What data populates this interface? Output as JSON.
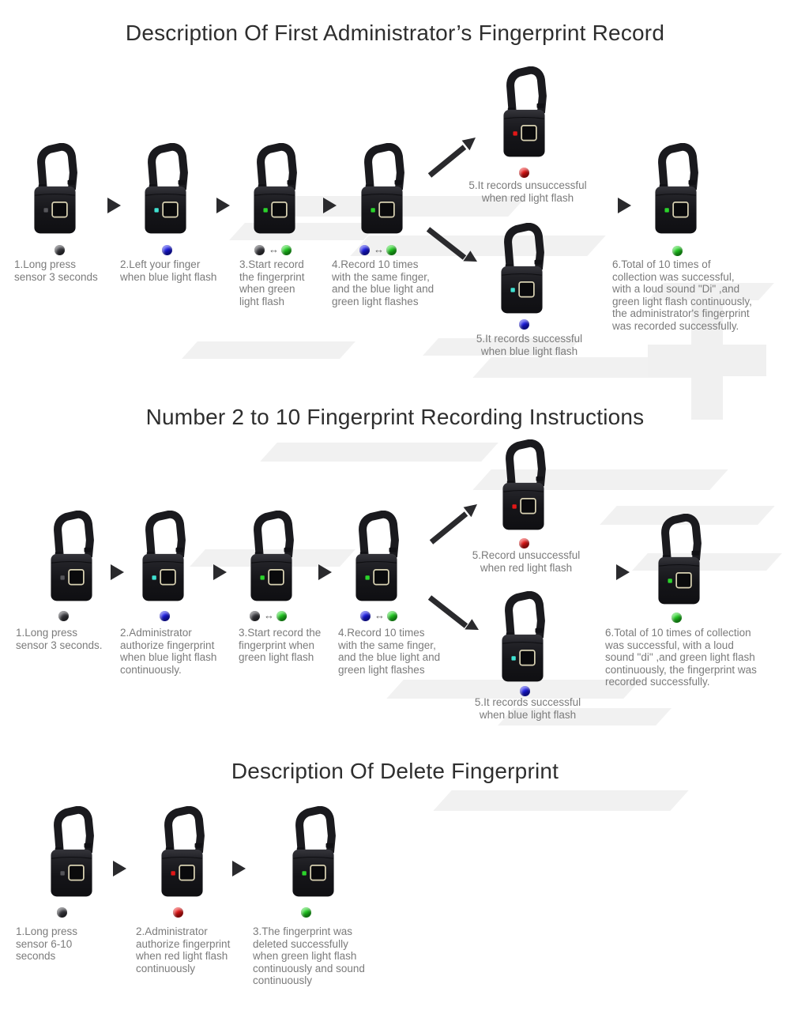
{
  "misc": {
    "both_arrow": "↔"
  },
  "colors": {
    "led_off": "#55555a",
    "led_cyan": "#40e2d2",
    "led_green": "#2bd42b",
    "led_red": "#e21717",
    "dot_dark": "#3a3a40",
    "dot_blue": "#1717e8",
    "dot_green": "#1fd41f",
    "dot_red": "#ea1212",
    "sensor_ring": "#d8d1b2",
    "lock_body": "#17171a",
    "arrow": "#2a2a2d",
    "text": "#7b7b7b",
    "title": "#2e2e2e"
  },
  "sections": [
    {
      "title": "Description Of First Administrator’s Fingerprint Record",
      "steps": [
        {
          "text": "1.Long press\nsensor 3 seconds",
          "led": "led_off",
          "dots": [
            "dot_dark"
          ]
        },
        {
          "text": "2.Left your finger\nwhen blue light flash",
          "led": "led_cyan",
          "dots": [
            "dot_blue"
          ]
        },
        {
          "text": "3.Start record\nthe fingerprint\nwhen green\nlight flash",
          "led": "led_green",
          "dots": [
            "dot_dark",
            "dot_green"
          ]
        },
        {
          "text": "4.Record 10 times\nwith the same finger,\nand the blue light and\ngreen light flashes",
          "led": "led_green",
          "dots": [
            "dot_blue",
            "dot_green"
          ]
        }
      ],
      "branch_fail": {
        "text": "5.It records unsuccessful\nwhen red light flash",
        "led": "led_red",
        "dot": "dot_red"
      },
      "branch_ok": {
        "text": "5.It records successful\nwhen blue light flash",
        "led": "led_cyan",
        "dot": "dot_blue"
      },
      "final": {
        "text": "6.Total of 10 times of\ncollection was successful,\nwith a loud sound \"Di\" ,and\ngreen light flash continuously,\nthe administrator's fingerprint\nwas recorded successfully.",
        "led": "led_green",
        "dot": "dot_green"
      }
    },
    {
      "title": "Number 2 to 10 Fingerprint Recording Instructions",
      "steps": [
        {
          "text": "1.Long press\nsensor 3 seconds.",
          "led": "led_off",
          "dots": [
            "dot_dark"
          ]
        },
        {
          "text": "2.Administrator\nauthorize fingerprint\nwhen blue light flash\ncontinuously.",
          "led": "led_cyan",
          "dots": [
            "dot_blue"
          ]
        },
        {
          "text": "3.Start record the\nfingerprint when\ngreen light flash",
          "led": "led_green",
          "dots": [
            "dot_dark",
            "dot_green"
          ]
        },
        {
          "text": "4.Record 10 times\nwith the same finger,\nand the blue light and\ngreen light flashes",
          "led": "led_green",
          "dots": [
            "dot_blue",
            "dot_green"
          ]
        }
      ],
      "branch_fail": {
        "text": "5.Record unsuccessful\nwhen red light flash",
        "led": "led_red",
        "dot": "dot_red"
      },
      "branch_ok": {
        "text": "5.It records successful\nwhen blue light flash",
        "led": "led_cyan",
        "dot": "dot_blue"
      },
      "final": {
        "text": "6.Total of 10 times of collection\nwas successful, with a loud\nsound \"di\" ,and green light flash\ncontinuously, the fingerprint was\n recorded successfully.",
        "led": "led_green",
        "dot": "dot_green"
      }
    },
    {
      "title": "Description Of Delete Fingerprint",
      "steps": [
        {
          "text": "1.Long press\nsensor 6-10\nseconds",
          "led": "led_off",
          "dots": [
            "dot_dark"
          ]
        },
        {
          "text": "2.Administrator\nauthorize fingerprint\nwhen red light flash\ncontinuously",
          "led": "led_red",
          "dots": [
            "dot_red"
          ]
        },
        {
          "text": "3.The fingerprint was\ndeleted successfully\nwhen green light flash\ncontinuously and sound\ncontinuously",
          "led": "led_green",
          "dots": [
            "dot_green"
          ]
        }
      ]
    }
  ]
}
